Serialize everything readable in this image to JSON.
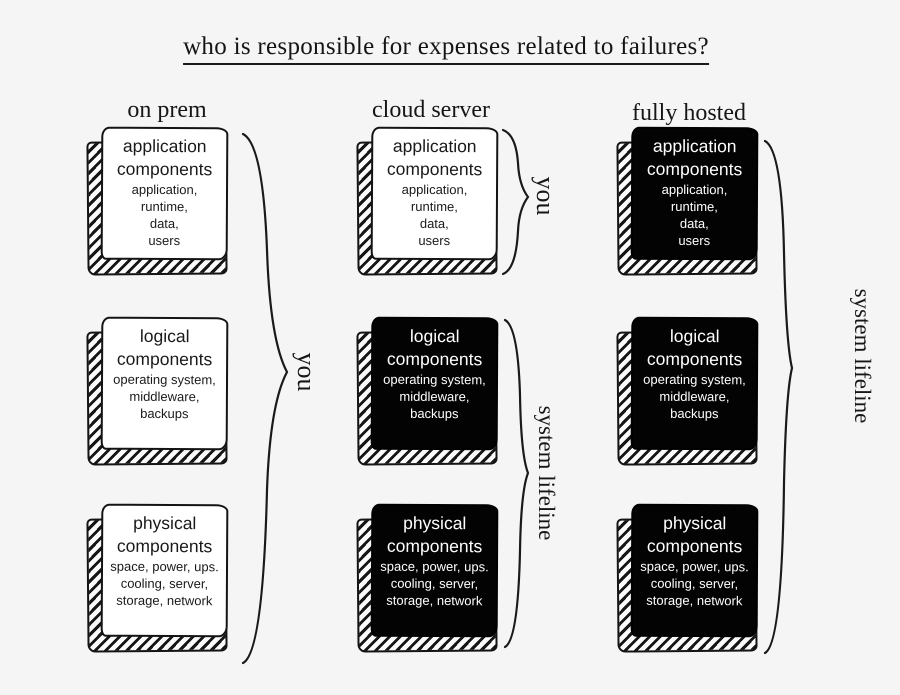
{
  "page": {
    "title": "who is responsible for expenses related to failures?"
  },
  "columns": [
    {
      "header": "on prem"
    },
    {
      "header": "cloud server"
    },
    {
      "header": "fully hosted"
    }
  ],
  "box_content": {
    "application": {
      "title": "application components",
      "lines": [
        "application,",
        "runtime,",
        "data,",
        "users"
      ]
    },
    "logical": {
      "title": "logical components",
      "lines": [
        "operating system,",
        "middleware,",
        "backups"
      ]
    },
    "physical": {
      "title": "physical components",
      "lines": [
        "space, power, ups.",
        "cooling, server,",
        "storage, network"
      ]
    }
  },
  "braces": {
    "on_prem_all": {
      "label": "you"
    },
    "cloud_application": {
      "label": "you"
    },
    "cloud_lower": {
      "label": "system lifeline"
    },
    "hosted_all": {
      "label": "system lifeline"
    }
  },
  "colors": {
    "background": "#f5f5f5",
    "ink": "#1a1a1a",
    "box_light": "#ffffff",
    "box_dark": "#030303",
    "box_text_light": "#ffffff"
  }
}
